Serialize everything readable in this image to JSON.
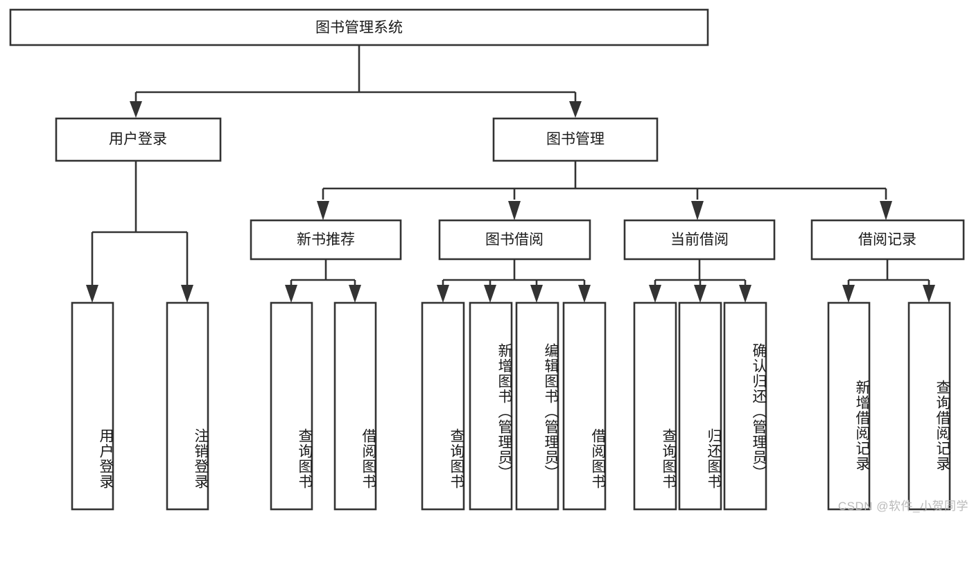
{
  "diagram": {
    "type": "hierarchy-tree",
    "title": "图书管理系统",
    "watermark": "CSDN @软件_小贺同学",
    "colors": {
      "box_stroke": "#333333",
      "box_fill": "#ffffff",
      "text": "#1a1a1a",
      "background": "#ffffff",
      "watermark": "#b9b9b9"
    },
    "root": {
      "label": "图书管理系统"
    },
    "level2": [
      {
        "label": "用户登录"
      },
      {
        "label": "图书管理"
      }
    ],
    "level3": [
      {
        "label": "新书推荐"
      },
      {
        "label": "图书借阅"
      },
      {
        "label": "当前借阅"
      },
      {
        "label": "借阅记录"
      }
    ],
    "leaves": {
      "user_login": [
        {
          "label": "用户登录"
        },
        {
          "label": "注销登录"
        }
      ],
      "new_book_recommend": [
        {
          "label": "查询图书"
        },
        {
          "label": "借阅图书"
        }
      ],
      "book_borrow": [
        {
          "label": "查询图书"
        },
        {
          "label": "新增图书（管理员）"
        },
        {
          "label": "编辑图书（管理员）"
        },
        {
          "label": "借阅图书"
        }
      ],
      "current_borrow": [
        {
          "label": "查询图书"
        },
        {
          "label": "归还图书"
        },
        {
          "label": "确认归还（管理员）"
        }
      ],
      "borrow_record": [
        {
          "label": "新增借阅记录"
        },
        {
          "label": "查询借阅记录"
        }
      ]
    }
  }
}
